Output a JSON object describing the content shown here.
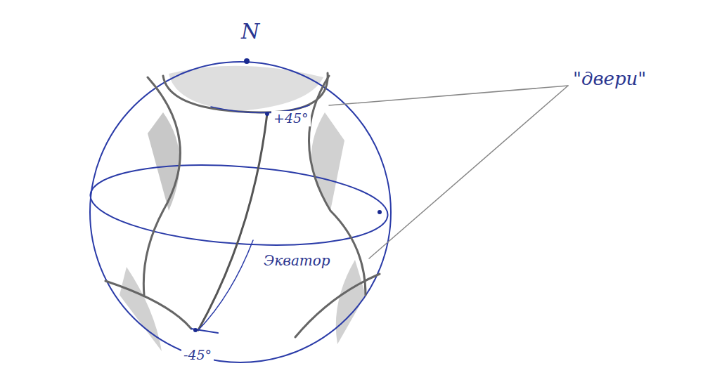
{
  "diagram": {
    "labels": [
      "N",
      "+45°",
      "-45°",
      "Экватор",
      "\"двери\""
    ]
  }
}
